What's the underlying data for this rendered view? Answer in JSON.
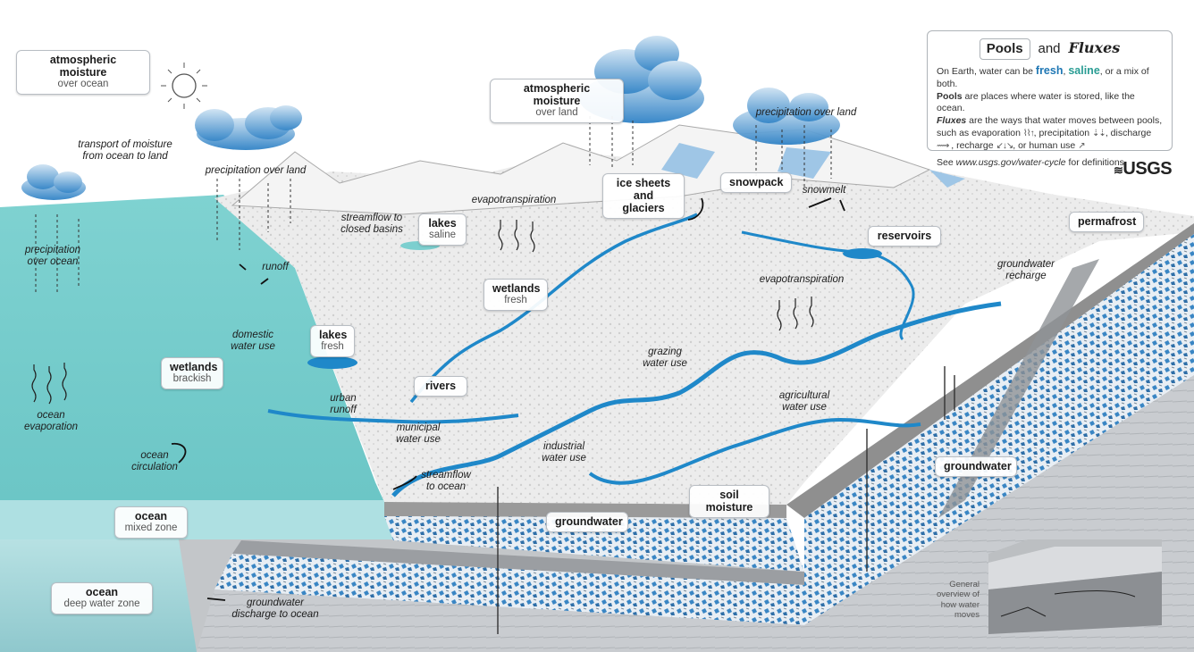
{
  "pools": {
    "atm_ocean": {
      "title": "atmospheric moisture",
      "sub": "over ocean"
    },
    "atm_land": {
      "title": "atmospheric moisture",
      "sub": "over land"
    },
    "ice": {
      "title1": "ice sheets",
      "title2": "and glaciers"
    },
    "snowpack": {
      "title": "snowpack"
    },
    "lakes_saline": {
      "title": "lakes",
      "sub": "saline"
    },
    "wetlands_fresh": {
      "title": "wetlands",
      "sub": "fresh"
    },
    "lakes_fresh": {
      "title": "lakes",
      "sub": "fresh"
    },
    "wetlands_brackish": {
      "title": "wetlands",
      "sub": "brackish"
    },
    "rivers": {
      "title": "rivers"
    },
    "reservoirs": {
      "title": "reservoirs"
    },
    "permafrost": {
      "title": "permafrost"
    },
    "soil_moisture": {
      "title": "soil moisture"
    },
    "groundwater_front": {
      "title": "groundwater"
    },
    "groundwater_side": {
      "title": "groundwater"
    },
    "ocean_mixed": {
      "title": "ocean",
      "sub": "mixed zone"
    },
    "ocean_deep": {
      "title": "ocean",
      "sub": "deep water zone"
    }
  },
  "fluxes": {
    "transport": {
      "l1": "transport of moisture",
      "l2": "from ocean to land"
    },
    "precip_left": {
      "l1": "precipitation over land"
    },
    "precip_right": {
      "l1": "precipitation over land"
    },
    "precip_ocean": {
      "l1": "precipitation",
      "l2": "over ocean"
    },
    "runoff": {
      "l1": "runoff"
    },
    "streamflow_closed": {
      "l1": "streamflow to",
      "l2": "closed basins"
    },
    "evapo_left": {
      "l1": "evapotranspiration"
    },
    "evapo_right": {
      "l1": "evapotranspiration"
    },
    "snowmelt": {
      "l1": "snowmelt"
    },
    "gw_recharge": {
      "l1": "groundwater",
      "l2": "recharge"
    },
    "domestic": {
      "l1": "domestic",
      "l2": "water use"
    },
    "urban_runoff": {
      "l1": "urban",
      "l2": "runoff"
    },
    "municipal": {
      "l1": "municipal",
      "l2": "water use"
    },
    "industrial": {
      "l1": "industrial",
      "l2": "water use"
    },
    "grazing": {
      "l1": "grazing",
      "l2": "water use"
    },
    "agricultural": {
      "l1": "agricultural",
      "l2": "water use"
    },
    "ocean_evap": {
      "l1": "ocean",
      "l2": "evaporation"
    },
    "ocean_circ": {
      "l1": "ocean",
      "l2": "circulation"
    },
    "streamflow_ocean": {
      "l1": "streamflow",
      "l2": "to ocean"
    },
    "gw_discharge": {
      "l1": "groundwater",
      "l2": "discharge to ocean"
    }
  },
  "legend": {
    "pools": "Pools",
    "and": "and",
    "fluxes": "Fluxes",
    "line1_a": "On Earth, water can be",
    "fresh": "fresh",
    "comma": ",",
    "saline": "saline",
    "line1_b": ", or a mix of both.",
    "pools_bold": "Pools",
    "pools_def": " are places where water is stored, like the ocean.",
    "fluxes_it": "Fluxes",
    "fluxes_def": " are the ways that water moves between pools, such as evaporation",
    "precip_word": ", precipitation",
    "discharge_word": ", discharge",
    "recharge_word": ", recharge",
    "human_word": ", or human use",
    "see_a": "See ",
    "url": "www.usgs.gov/water-cycle",
    "see_b": " for definitions."
  },
  "logo": {
    "text": "USGS"
  },
  "overview": {
    "text": "General overview of how water moves"
  },
  "colors": {
    "ocean": "#7ccfcf",
    "ocean_deep": "#9ed3d6",
    "river": "#1f88c9",
    "land": "#eeeeee",
    "groundwater": "#2f7fc0",
    "bedrock": "#b5b7ba"
  }
}
